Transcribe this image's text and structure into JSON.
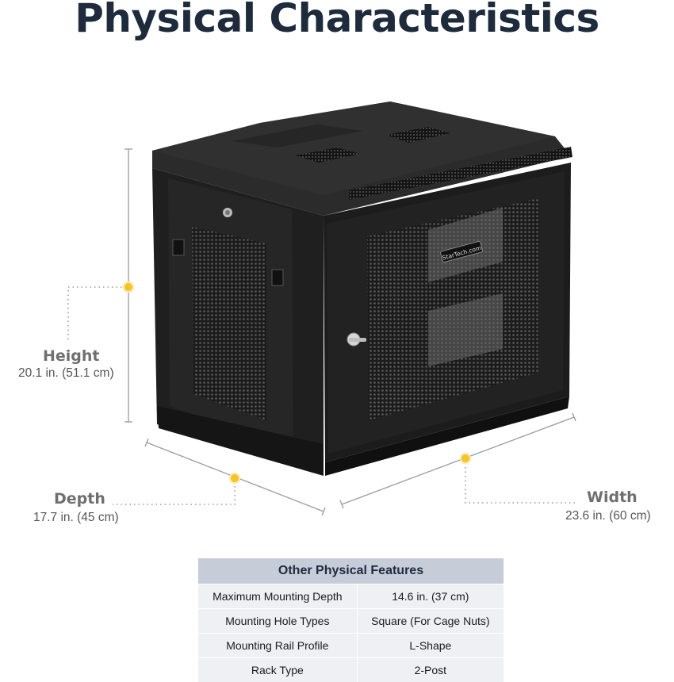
{
  "title": "Physical Characteristics",
  "product_logo_text": "StarTech.com",
  "dimensions": {
    "height": {
      "label": "Height",
      "value": "20.1 in. (51.1 cm)"
    },
    "depth": {
      "label": "Depth",
      "value": "17.7 in. (45 cm)"
    },
    "width": {
      "label": "Width",
      "value": "23.6 in. (60 cm)"
    }
  },
  "features_table": {
    "header": "Other Physical Features",
    "rows": [
      {
        "name": "Maximum Mounting Depth",
        "value": "14.6 in. (37 cm)"
      },
      {
        "name": "Mounting Hole Types",
        "value": "Square (For Cage Nuts)"
      },
      {
        "name": "Mounting Rail Profile",
        "value": "L-Shape"
      },
      {
        "name": "Rack Type",
        "value": "2-Post"
      }
    ]
  },
  "colors": {
    "title": "#1d2b3d",
    "accent_marker": "#f7c325",
    "table_header_bg": "#c6cdd8",
    "table_row_bg": "#eef0f3"
  }
}
